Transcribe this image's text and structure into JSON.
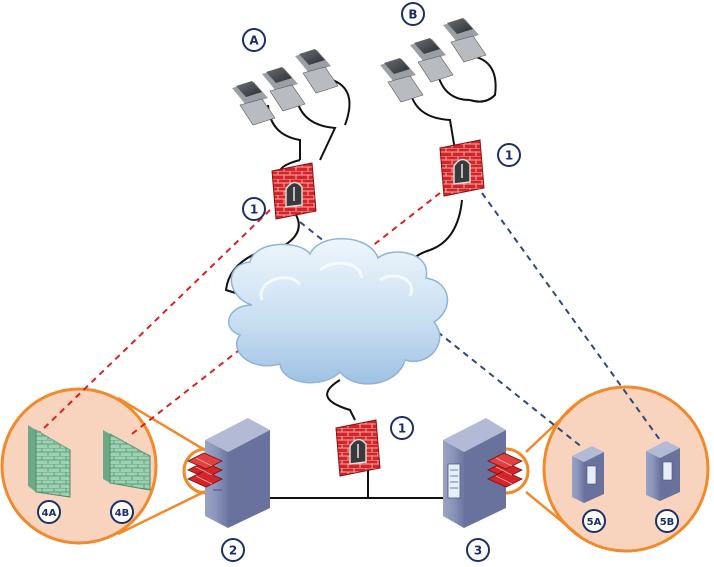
{
  "labels": {
    "group_a": "A",
    "group_b": "B",
    "firewall_a": "1",
    "firewall_b": "1",
    "firewall_core": "1",
    "server_left": "2",
    "server_right": "3",
    "vpn_4a": "4A",
    "vpn_4b": "4B",
    "vm_5a": "5A",
    "vm_5b": "5B"
  },
  "colors": {
    "callout_border": "#1b2f66",
    "red_tunnel": "#e02020",
    "blue_tunnel": "#2e4a7a",
    "zoom_fill": "#f8d3bd",
    "zoom_border": "#f08a2a",
    "firewall_red": "#d5232a",
    "wall_green": "#8fc9a6",
    "cloud_blue": "#c9dff2"
  },
  "icons": {
    "workstation": "workstation-icon",
    "firewall": "firewall-icon",
    "server": "server-tower-icon",
    "cloud": "network-cloud-icon",
    "wall": "brick-wall-icon",
    "stack": "firewall-stack-icon"
  }
}
